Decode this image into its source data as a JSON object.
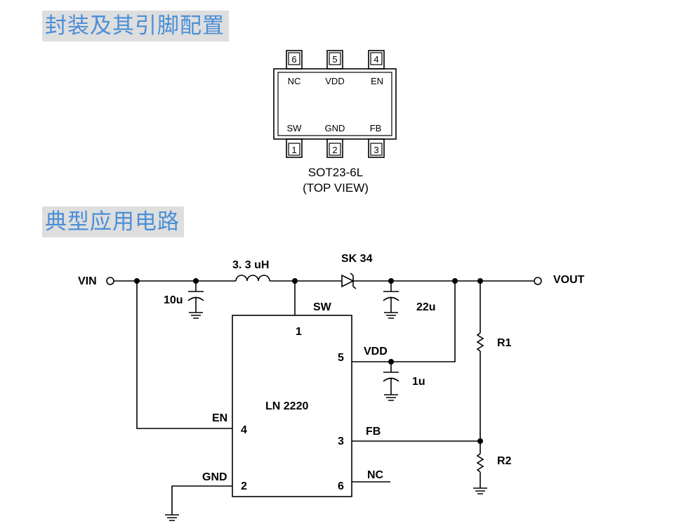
{
  "headings": {
    "package": "封装及其引脚配置",
    "circuit": "典型应用电路"
  },
  "package": {
    "name": "SOT23-6L",
    "view": "(TOP VIEW)",
    "top_pins": [
      {
        "num": "6",
        "name": "NC"
      },
      {
        "num": "5",
        "name": "VDD"
      },
      {
        "num": "4",
        "name": "EN"
      }
    ],
    "bottom_pins": [
      {
        "num": "1",
        "name": "SW"
      },
      {
        "num": "2",
        "name": "GND"
      },
      {
        "num": "3",
        "name": "FB"
      }
    ]
  },
  "circuit": {
    "vin": "VIN",
    "vout": "VOUT",
    "inductor": "3. 3 uH",
    "diode": "SK 34",
    "c_in": "10u",
    "c_out": "22u",
    "c_vdd": "1u",
    "r1": "R1",
    "r2": "R2",
    "ic_name": "LN 2220",
    "ic_pins": {
      "sw": {
        "num": "1",
        "name": "SW"
      },
      "vdd": {
        "num": "5",
        "name": "VDD"
      },
      "en": {
        "num": "4",
        "name": "EN"
      },
      "fb": {
        "num": "3",
        "name": "FB"
      },
      "gnd": {
        "num": "2",
        "name": "GND"
      },
      "nc": {
        "num": "6",
        "name": "NC"
      }
    }
  }
}
